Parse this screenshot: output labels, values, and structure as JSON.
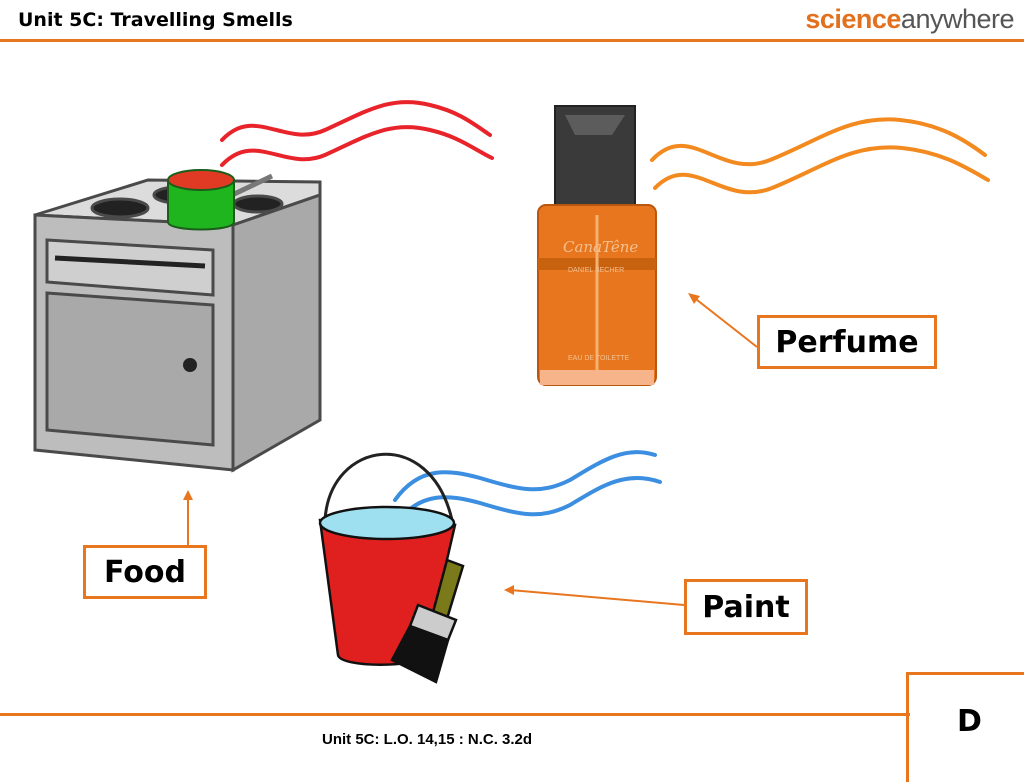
{
  "header": {
    "title": "Unit 5C: Travelling Smells"
  },
  "logo": {
    "part1": "science",
    "part2": "anywhere"
  },
  "labels": {
    "perfume": "Perfume",
    "food": "Food",
    "paint": "Paint"
  },
  "bottle_text": {
    "brand": "CanaTêne",
    "line2": "DANIEL BECHER",
    "line3": "EAU DE TOILETTE"
  },
  "footer": {
    "text": "Unit 5C: L.O. 14,15 : N.C. 3.2d",
    "slide_letter": "D"
  },
  "colors": {
    "accent": "#e8761e",
    "food_smell": "#e8232a",
    "perfume_smell": "#f28a20",
    "paint_smell": "#3b8ee0"
  }
}
